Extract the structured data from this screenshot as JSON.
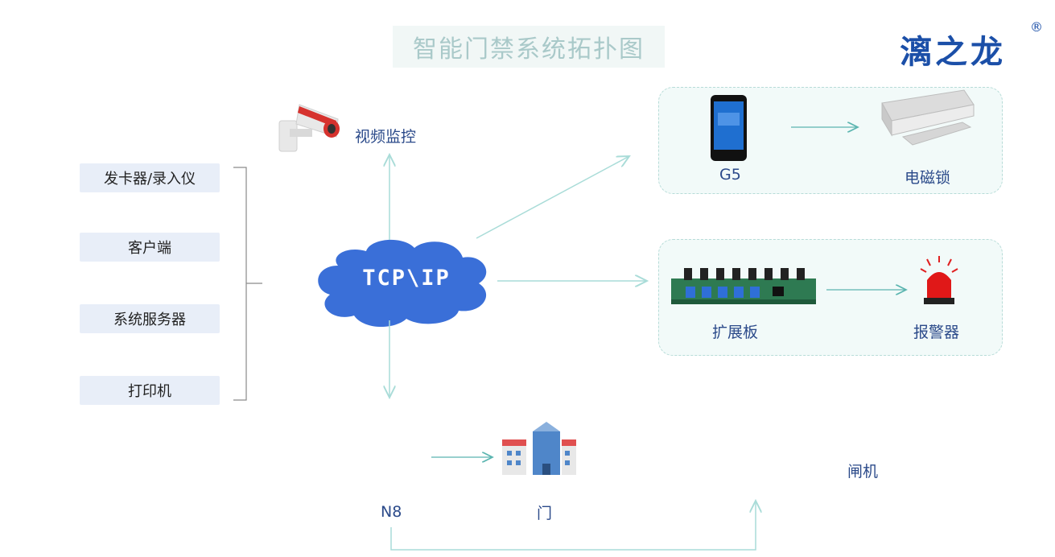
{
  "title": "智能门禁系统拓扑图",
  "logo": {
    "text": "漓之龙",
    "reg": "®"
  },
  "left_items": [
    "发卡器/录入仪",
    "客户端",
    "系统服务器",
    "打印机"
  ],
  "network": {
    "label": "TCP\\IP"
  },
  "nodes": {
    "camera": "视频监控",
    "g5": "G5",
    "lock": "电磁锁",
    "board": "扩展板",
    "alarm": "报警器",
    "n8": "N8",
    "door": "门",
    "gate": "闸机"
  },
  "colors": {
    "accent": "#1b4fa8",
    "cloud": "#3a6fd8",
    "arrow": "#a9dcd8"
  }
}
